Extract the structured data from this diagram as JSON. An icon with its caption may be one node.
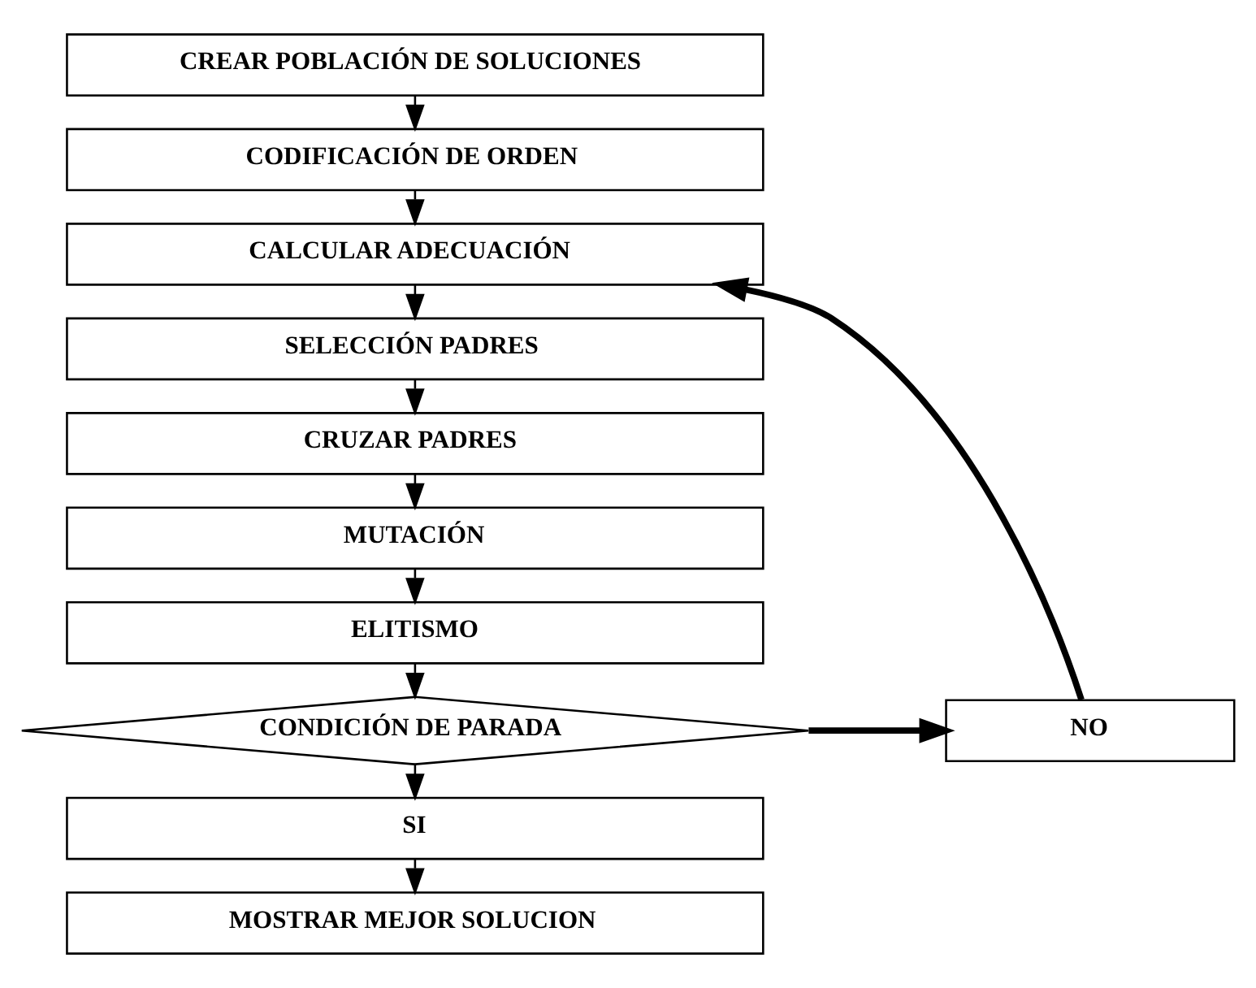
{
  "diagram": {
    "nodes": [
      {
        "text": [
          "CREAR POBLACIÓN DE SOLUCIONES"
        ]
      },
      {
        "text": [
          "CODIFICACIÓN DE ORDEN"
        ]
      },
      {
        "text": [
          "CALCULAR ADECUACIÓN"
        ]
      },
      {
        "text": [
          "SELECCIÓN PADRES"
        ]
      },
      {
        "text": [
          "CRUZAR PADRES"
        ]
      },
      {
        "text": [
          "MUTACIÓN"
        ]
      },
      {
        "text": [
          "ELITISMO"
        ]
      },
      {
        "text": [
          "CONDICIÓN DE PARADA"
        ]
      },
      {
        "text": [
          "NO"
        ]
      },
      {
        "text": [
          "SI"
        ]
      },
      {
        "text": [
          "MOSTRAR MEJOR SOLUCION"
        ]
      }
    ],
    "edges": [
      {
        "from": 0,
        "to": 1,
        "arrow": "to"
      },
      {
        "from": 1,
        "to": 2,
        "arrow": "to"
      },
      {
        "from": 2,
        "to": 3,
        "arrow": "to"
      },
      {
        "from": 3,
        "to": 4,
        "arrow": "to"
      },
      {
        "from": 4,
        "to": 5,
        "arrow": "to"
      },
      {
        "from": 5,
        "to": 6,
        "arrow": "to"
      },
      {
        "from": 6,
        "to": 7,
        "arrow": "to"
      },
      {
        "from": 7,
        "to": 8,
        "arrow": "to",
        "style": "thick"
      },
      {
        "from": 8,
        "to": 2,
        "arrow": "to",
        "style": "thick"
      },
      {
        "from": 7,
        "to": 9,
        "arrow": "to"
      },
      {
        "from": 9,
        "to": 10,
        "arrow": "to"
      }
    ]
  }
}
